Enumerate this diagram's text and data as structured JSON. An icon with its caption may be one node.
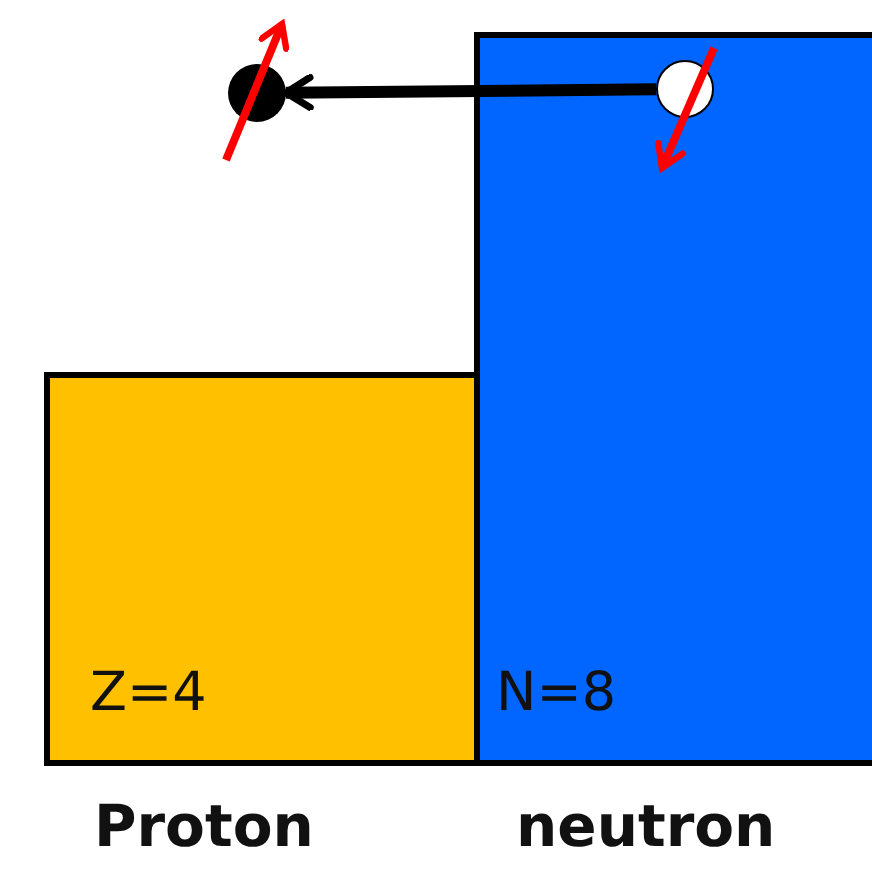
{
  "diagram": {
    "nodes": [
      {
        "text": [
          "Z=4"
        ],
        "beside": [
          "Proton"
        ]
      },
      {
        "text": [
          "N=8"
        ],
        "beside": [
          "neutron"
        ]
      },
      {
        "text": [],
        "shape": "circle",
        "in": 1
      },
      {
        "text": [],
        "shape": "circle"
      }
    ],
    "edges": [
      {
        "from": 2,
        "to": 3,
        "arrow": "to"
      }
    ]
  }
}
